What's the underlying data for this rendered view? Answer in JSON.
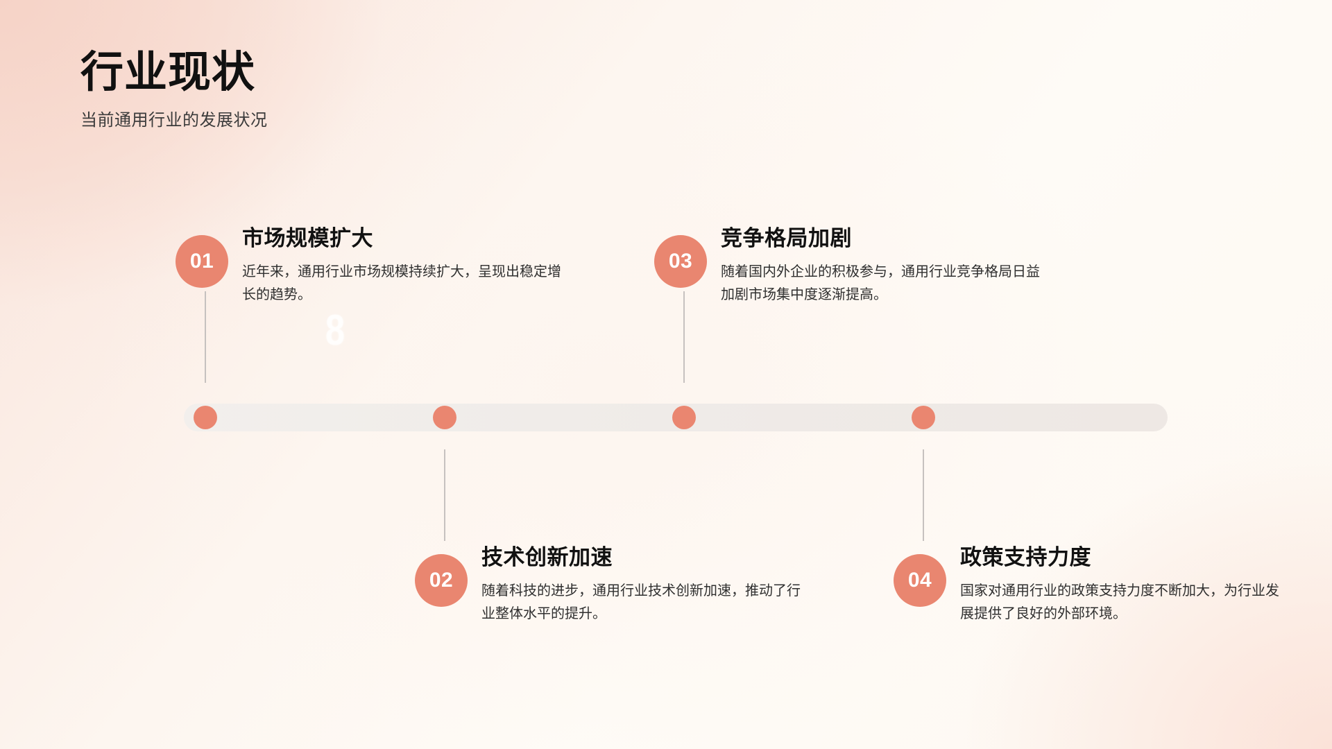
{
  "header": {
    "title": "行业现状",
    "subtitle": "当前通用行业的发展状况"
  },
  "watermark": {
    "glyph": "8"
  },
  "theme": {
    "accent": "#e98670",
    "bar": "#efebe8",
    "connector": "#c6c1bf",
    "title_color": "#111111",
    "body_color": "#2f2f2f",
    "background_start": "#f6d3c7",
    "background_end": "#fdf9f3"
  },
  "timeline": {
    "items": [
      {
        "number": "01",
        "title": "市场规模扩大",
        "desc": "近年来，通用行业市场规模持续扩大，呈现出稳定增长的趋势。",
        "position": "top"
      },
      {
        "number": "02",
        "title": "技术创新加速",
        "desc": "随着科技的进步，通用行业技术创新加速，推动了行业整体水平的提升。",
        "position": "bottom"
      },
      {
        "number": "03",
        "title": "竞争格局加剧",
        "desc": "随着国内外企业的积极参与，通用行业竞争格局日益加剧市场集中度逐渐提高。",
        "position": "top"
      },
      {
        "number": "04",
        "title": "政策支持力度",
        "desc": "国家对通用行业的政策支持力度不断加大，为行业发展提供了良好的外部环境。",
        "position": "bottom"
      }
    ]
  }
}
